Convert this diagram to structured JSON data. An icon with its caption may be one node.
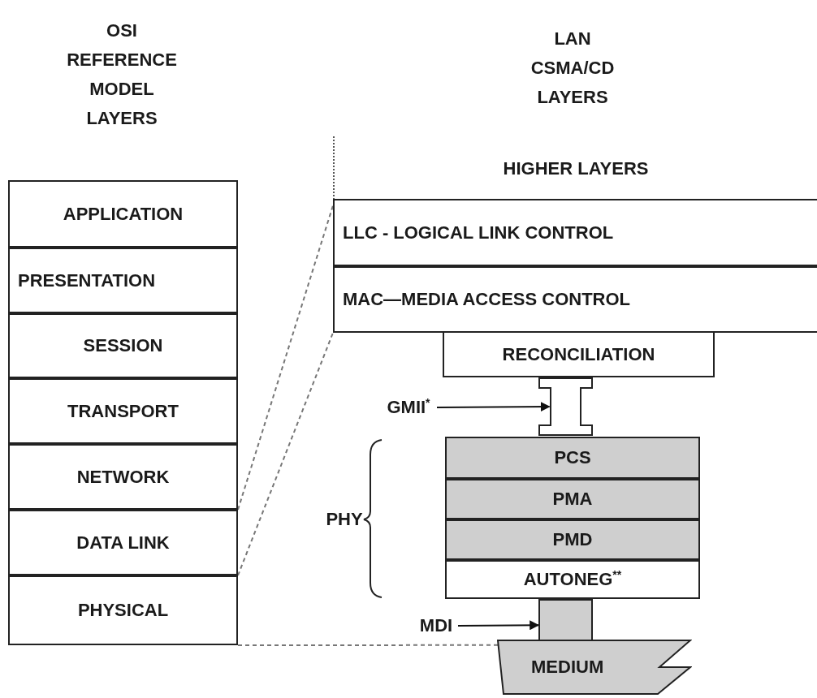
{
  "diagram": {
    "nodes": [
      {
        "text": [
          "APPLICATION"
        ]
      },
      {
        "text": [
          "PRESENTATION"
        ]
      },
      {
        "text": [
          "SESSION"
        ]
      },
      {
        "text": [
          "TRANSPORT"
        ]
      },
      {
        "text": [
          "NETWORK"
        ]
      },
      {
        "text": [
          "DATA LINK"
        ]
      },
      {
        "text": [
          "PHYSICAL"
        ]
      },
      {
        "text": [
          "HIGHER LAYERS"
        ]
      },
      {
        "text": [
          "LLC - LOGICAL LINK CONTROL"
        ]
      },
      {
        "text": [
          "MAC—MEDIA ACCESS CONTROL"
        ]
      },
      {
        "text": [
          "RECONCILIATION"
        ]
      },
      {
        "text": [
          "GMII$^{*}$"
        ]
      },
      {
        "text": [],
        "shape": "box"
      },
      {
        "text": [
          "PCS"
        ]
      },
      {
        "text": [
          "PMA"
        ]
      },
      {
        "text": [
          "PMD"
        ]
      },
      {
        "text": [
          "AUTONEG$^{**}$"
        ]
      },
      {
        "text": [
          "MDI"
        ]
      },
      {
        "text": [],
        "shape": "box"
      },
      {
        "text": [
          "MEDIUM"
        ]
      }
    ],
    "edges": [
      {
        "from": 11,
        "to": 12,
        "arrow": "to",
        "color": "#111111"
      },
      {
        "from": 17,
        "to": 18,
        "arrow": "to",
        "color": "#111111"
      },
      {
        "from": 5,
        "to": 8,
        "arrow": "none",
        "style": "dashed"
      },
      {
        "from": 5,
        "to": 9,
        "arrow": "none",
        "style": "dashed"
      },
      {
        "from": 6,
        "to": 19,
        "arrow": "none",
        "style": "dashed"
      }
    ],
    "labels": [
      "OSI REFERENCE MODEL LAYERS",
      "LAN CSMA/CD LAYERS",
      "PHY"
    ]
  }
}
